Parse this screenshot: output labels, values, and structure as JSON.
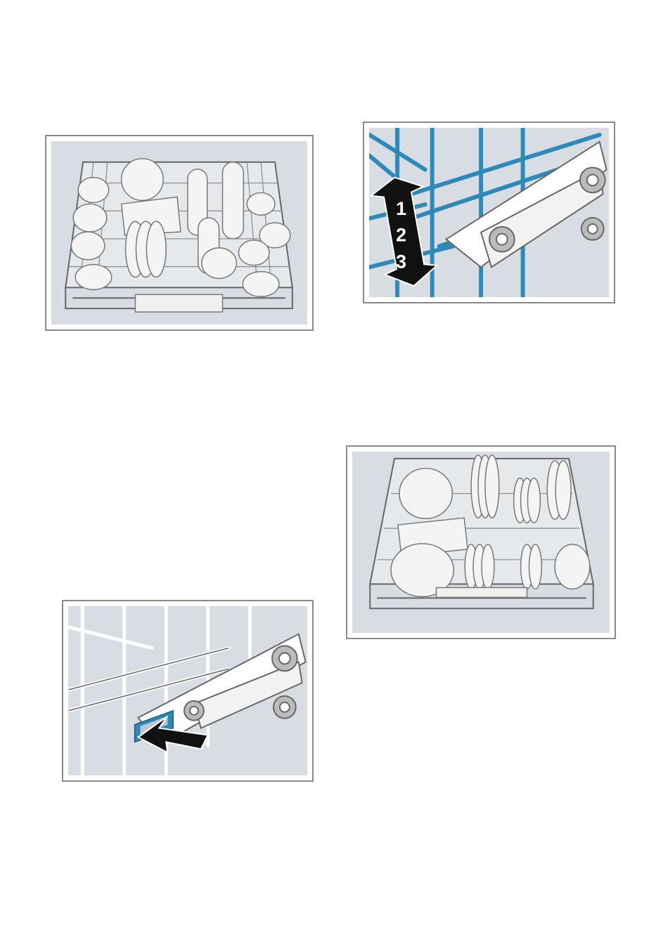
{
  "figures": {
    "upper_basket_loaded": {
      "icon": "upper-basket-crockery-illustration"
    },
    "height_adjustment": {
      "icon": "basket-height-lever-illustration",
      "levels": [
        "1",
        "2",
        "3"
      ],
      "colors": {
        "rack": "#2d8ab8",
        "arrow": "#111111"
      }
    },
    "lower_basket_loaded": {
      "icon": "lower-basket-plates-illustration"
    },
    "release_lever": {
      "icon": "release-lever-press-illustration",
      "colors": {
        "lever": "#2d8ab8",
        "arrow": "#111111"
      }
    }
  }
}
